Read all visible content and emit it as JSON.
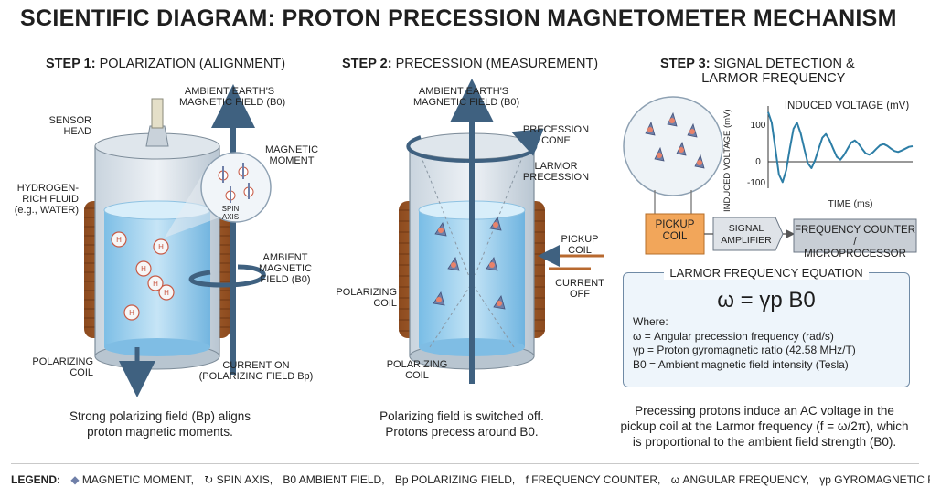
{
  "title": "SCIENTIFIC DIAGRAM: PROTON PRECESSION MAGNETOMETER MECHANISM",
  "step1": {
    "prefix": "STEP 1:",
    "name": "POLARIZATION (ALIGNMENT)",
    "labels": {
      "sensor_head": [
        "SENSOR",
        "HEAD"
      ],
      "hydrogen_fluid": [
        "HYDROGEN-",
        "RICH FLUID",
        "(e.g., WATER)"
      ],
      "ambient_field_top": [
        "AMBIENT EARTH'S",
        "MAGNETIC FIELD (B0)"
      ],
      "magnetic_moment": [
        "MAGNETIC",
        "MOMENT"
      ],
      "spin_axis": [
        "SPIN",
        "AXIS"
      ],
      "ambient_field_side": [
        "AMBIENT",
        "MAGNETIC",
        "FIELD (B0)"
      ],
      "polarizing_coil": [
        "POLARIZING",
        "COIL"
      ],
      "current_on": [
        "CURRENT ON",
        "(POLARIZING FIELD Bp)"
      ]
    },
    "caption": [
      "Strong polarizing field (Bp) aligns",
      "proton magnetic moments."
    ]
  },
  "step2": {
    "prefix": "STEP 2:",
    "name": "PRECESSION (MEASUREMENT)",
    "labels": {
      "ambient_field_top": [
        "AMBIENT EARTH'S",
        "MAGNETIC FIELD (B0)"
      ],
      "precession_cone": [
        "PRECESSION",
        "CONE"
      ],
      "larmor_precession": [
        "LARMOR",
        "PRECESSION"
      ],
      "pickup_coil": [
        "PICKUP",
        "COIL"
      ],
      "current_off": [
        "CURRENT",
        "OFF"
      ],
      "polarizing_coil_left": [
        "POLARIZING",
        "COIL"
      ],
      "polarizing_coil_bottom": [
        "POLARIZING",
        "COIL"
      ]
    },
    "caption": [
      "Polarizing field is switched off.",
      "Protons precess around B0."
    ]
  },
  "step3": {
    "prefix": "STEP 3:",
    "name_lines": [
      "SIGNAL DETECTION &",
      "LARMOR FREQUENCY"
    ],
    "pickup_coil": [
      "PICKUP",
      "COIL"
    ],
    "signal_amplifier": [
      "SIGNAL",
      "AMPLIFIER"
    ],
    "frequency_counter": [
      "FREQUENCY COUNTER /",
      "MICROPROCESSOR"
    ],
    "caption": [
      "Precessing protons induce an AC voltage in the",
      "pickup coil at the Larmor frequency (f = ω/2π), which",
      "is proportional to the ambient field strength (B0)."
    ]
  },
  "chart_data": {
    "type": "line",
    "title": "INDUCED VOLTAGE (mV)",
    "xlabel": "TIME (ms)",
    "ylabel": "INDUCED VOLTAGE (mV)",
    "yticks": [
      100,
      0,
      -100
    ],
    "ylim": [
      -130,
      140
    ],
    "series": [
      {
        "x": [
          0,
          0.5,
          1,
          1.5,
          2,
          2.5,
          3,
          3.5,
          4,
          4.5,
          5,
          5.5,
          6,
          6.5,
          7,
          7.5,
          8,
          8.5,
          9,
          9.5,
          10,
          10.5,
          11,
          11.5,
          12,
          12.5,
          13,
          13.5,
          14,
          14.5,
          15,
          15.5,
          16,
          16.5,
          17,
          17.5,
          18,
          18.5,
          19,
          19.5,
          20
        ],
        "values": [
          120,
          85,
          0,
          -85,
          -110,
          -70,
          0,
          65,
          85,
          50,
          0,
          -48,
          -64,
          -38,
          0,
          36,
          48,
          28,
          0,
          -27,
          -36,
          -21,
          0,
          20,
          27,
          16,
          0,
          -15,
          -20,
          -12,
          0,
          11,
          15,
          9,
          0,
          -8,
          -11,
          -6,
          0,
          6,
          8
        ]
      }
    ],
    "grid": false
  },
  "equation": {
    "title": "LARMOR FREQUENCY EQUATION",
    "formula": "ω = γp B0",
    "where": "Where:",
    "lines": [
      "ω = Angular precession frequency (rad/s)",
      "γp = Proton gyromagnetic ratio (42.58 MHz/T)",
      "B0 = Ambient magnetic field intensity (Tesla)"
    ]
  },
  "legend": {
    "label": "LEGEND:",
    "items": [
      "MAGNETIC MOMENT,",
      "SPIN AXIS,",
      "B0 AMBIENT FIELD,",
      "Bp POLARIZING FIELD,",
      "f FREQUENCY COUNTER,",
      "ω ANGULAR FREQUENCY,",
      "γp GYROMAGNETIC RATIO."
    ]
  },
  "colors": {
    "coil": "#b8692f",
    "fluid": "#a9d6f0",
    "arrow": "#3f6180",
    "proton": "#e8826a",
    "moment": "#6f7fa8",
    "wave": "#2d7ea6",
    "pickup_box": "#f2a65a"
  }
}
